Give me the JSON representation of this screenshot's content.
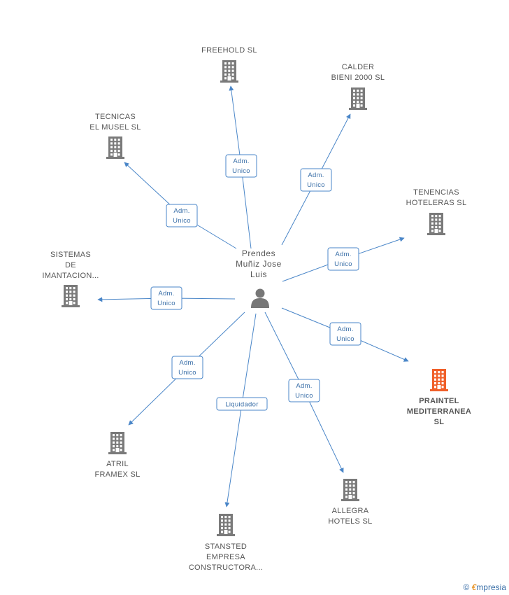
{
  "center": {
    "label_lines": [
      "Prendes",
      "Muñiz Jose",
      "Luis"
    ]
  },
  "nodes": [
    {
      "id": "freehold",
      "label_lines": [
        "FREEHOLD SL"
      ],
      "highlight": false,
      "edge": [
        "Adm.",
        "Unico"
      ]
    },
    {
      "id": "calder",
      "label_lines": [
        "CALDER",
        "BIENI 2000 SL"
      ],
      "highlight": false,
      "edge": [
        "Adm.",
        "Unico"
      ]
    },
    {
      "id": "tecnicas",
      "label_lines": [
        "TECNICAS",
        "EL MUSEL  SL"
      ],
      "highlight": false,
      "edge": [
        "Adm.",
        "Unico"
      ]
    },
    {
      "id": "tenencias",
      "label_lines": [
        "TENENCIAS",
        "HOTELERAS  SL"
      ],
      "highlight": false,
      "edge": [
        "Adm.",
        "Unico"
      ]
    },
    {
      "id": "sistemas",
      "label_lines": [
        "SISTEMAS",
        "DE",
        "IMANTACION..."
      ],
      "highlight": false,
      "edge": [
        "Adm.",
        "Unico"
      ]
    },
    {
      "id": "praintel",
      "label_lines": [
        "PRAINTEL",
        "MEDITERRANEA",
        "SL"
      ],
      "highlight": true,
      "edge": [
        "Adm.",
        "Unico"
      ]
    },
    {
      "id": "atril",
      "label_lines": [
        "ATRIL",
        "FRAMEX SL"
      ],
      "highlight": false,
      "edge": [
        "Adm.",
        "Unico"
      ]
    },
    {
      "id": "allegra",
      "label_lines": [
        "ALLEGRA",
        "HOTELS  SL"
      ],
      "highlight": false,
      "edge": [
        "Adm.",
        "Unico"
      ]
    },
    {
      "id": "stansted",
      "label_lines": [
        "STANSTED",
        "EMPRESA",
        "CONSTRUCTORA..."
      ],
      "highlight": false,
      "edge": [
        "Liquidador"
      ]
    }
  ],
  "colors": {
    "building": "#7a7a7a",
    "highlight": "#f0602a",
    "edge": "#4a86c8",
    "person": "#777777"
  },
  "footer": {
    "copyright": "©",
    "brand_initial": "€",
    "brand_rest": "mpresia"
  }
}
